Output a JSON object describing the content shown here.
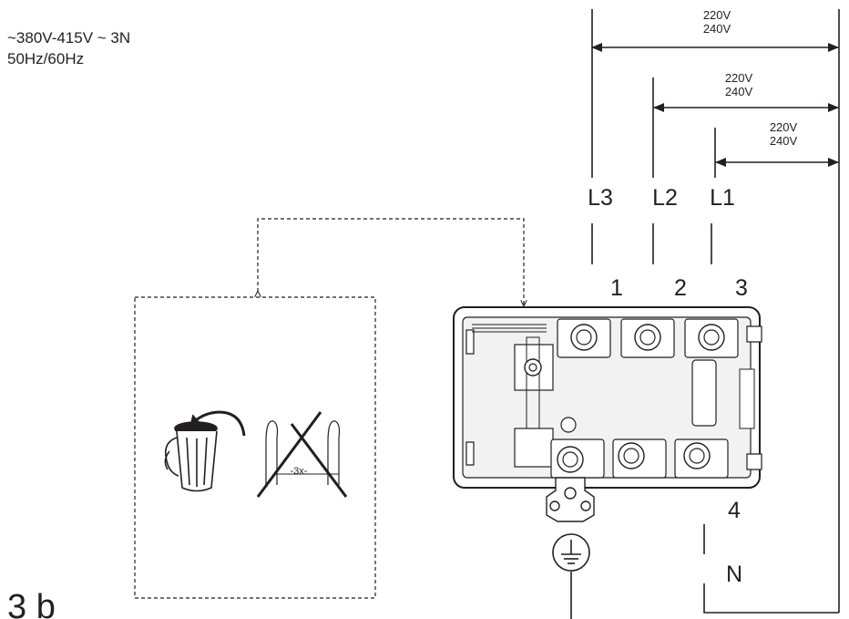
{
  "supply": {
    "voltage": "~380V-415V ~   3N",
    "frequency": "50Hz/60Hz"
  },
  "voltage_pairs": [
    {
      "top": "220V",
      "bottom": "240V"
    },
    {
      "top": "220V",
      "bottom": "240V"
    },
    {
      "top": "220V",
      "bottom": "240V"
    }
  ],
  "phases": [
    "L3",
    "L2",
    "L1"
  ],
  "terminal_numbers": [
    "1",
    "2",
    "3"
  ],
  "neutral": {
    "number": "4",
    "label": "N"
  },
  "inset": {
    "count_label": "-3x-"
  },
  "figure_label": "3 b",
  "icons": [
    "trash-bin-icon",
    "curved-arrow-icon",
    "cross-out-icon",
    "earth-ground-icon"
  ],
  "colors": {
    "line": "#231f20",
    "block_fill": "#f2f2f2",
    "background": "#ffffff"
  }
}
